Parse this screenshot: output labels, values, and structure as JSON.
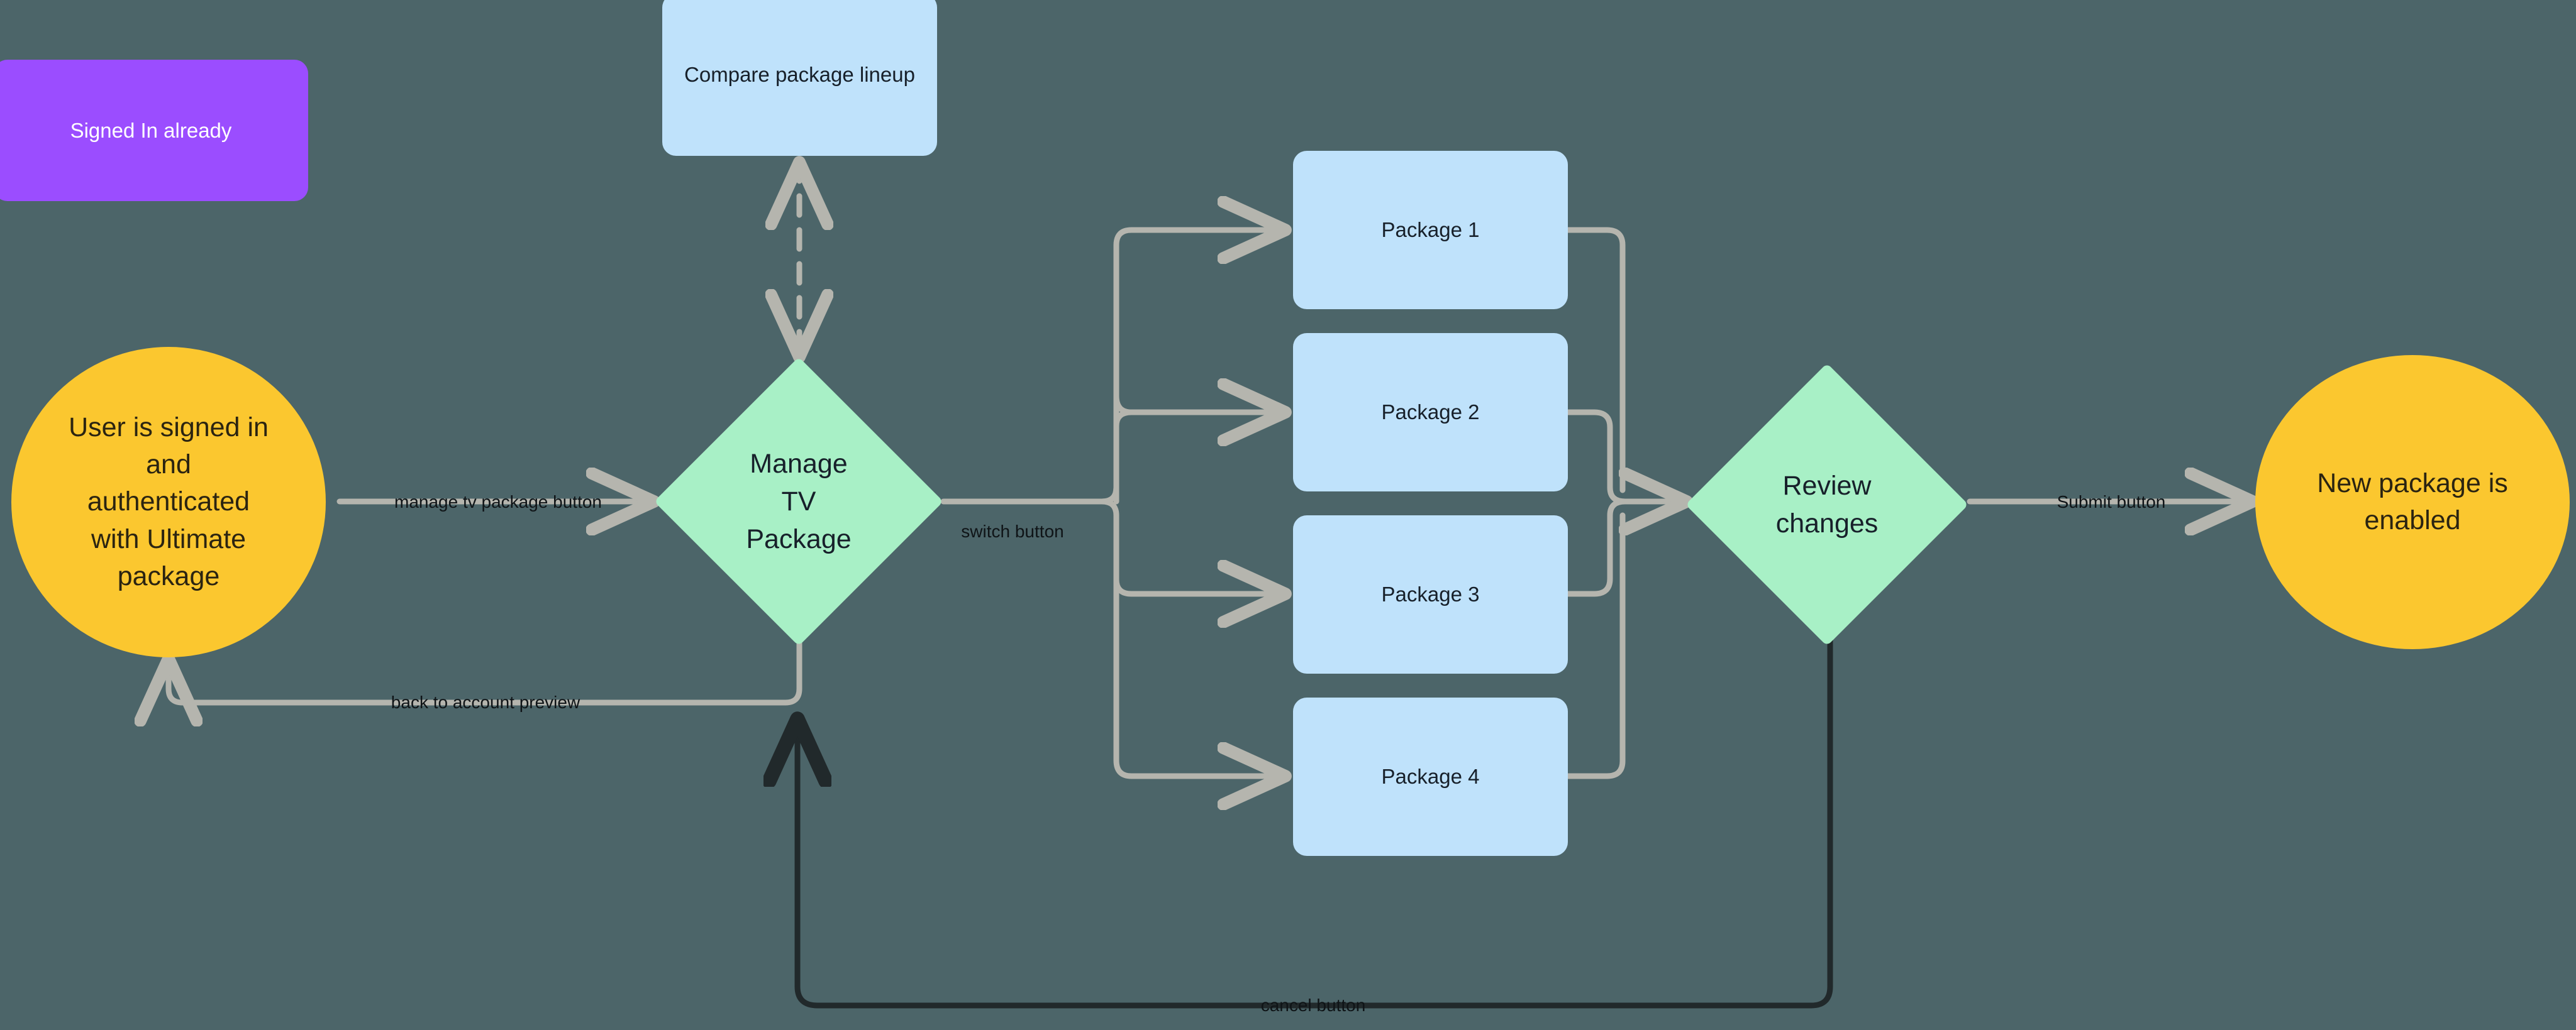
{
  "diagram": {
    "background_color": "#4c6569",
    "edge_color": "#b5b5ae",
    "edge_color_dark": "#21292b",
    "nodes": {
      "signed_in_note": {
        "label": "Signed In already",
        "shape": "rounded-rect",
        "color": "#9b4dff",
        "text_color": "#ffffff"
      },
      "compare_package_lineup": {
        "label": "Compare package lineup",
        "shape": "rounded-rect",
        "color": "#bfe2fb"
      },
      "user_signed_in": {
        "label": "User is signed in\nand\nauthenticated\nwith Ultimate\npackage",
        "shape": "circle",
        "color": "#fbc72f"
      },
      "manage_tv_package": {
        "label": "Manage\nTV\nPackage",
        "shape": "diamond",
        "color": "#a8f0c6"
      },
      "package_1": {
        "label": "Package 1",
        "shape": "rounded-rect",
        "color": "#bfe2fb"
      },
      "package_2": {
        "label": "Package 2",
        "shape": "rounded-rect",
        "color": "#bfe2fb"
      },
      "package_3": {
        "label": "Package 3",
        "shape": "rounded-rect",
        "color": "#bfe2fb"
      },
      "package_4": {
        "label": "Package 4",
        "shape": "rounded-rect",
        "color": "#bfe2fb"
      },
      "review_changes": {
        "label": "Review\nchanges",
        "shape": "diamond",
        "color": "#a8f0c6"
      },
      "new_package_enabled": {
        "label": "New package is\nenabled",
        "shape": "circle",
        "color": "#fbc72f"
      }
    },
    "edges": {
      "manage_tv_package_button": {
        "label": "manage tv package button",
        "from": "user_signed_in",
        "to": "manage_tv_package",
        "style": "solid",
        "color": "#b5b5ae"
      },
      "back_to_account_preview": {
        "label": "back to account preview",
        "from": "manage_tv_package",
        "to": "user_signed_in",
        "style": "solid",
        "color": "#b5b5ae"
      },
      "compare_link": {
        "label": "",
        "from": "manage_tv_package",
        "to": "compare_package_lineup",
        "style": "dashed",
        "color": "#b5b5ae",
        "bidirectional": true
      },
      "switch_button": {
        "label": "switch button",
        "from": "manage_tv_package",
        "to": "packages",
        "style": "solid",
        "color": "#b5b5ae"
      },
      "packages_to_review": {
        "label": "",
        "from": "packages",
        "to": "review_changes",
        "style": "solid",
        "color": "#b5b5ae"
      },
      "submit_button": {
        "label": "Submit button",
        "from": "review_changes",
        "to": "new_package_enabled",
        "style": "solid",
        "color": "#b5b5ae"
      },
      "cancel_button": {
        "label": "cancel button",
        "from": "review_changes",
        "to": "manage_tv_package",
        "style": "solid",
        "color": "#21292b"
      }
    }
  }
}
